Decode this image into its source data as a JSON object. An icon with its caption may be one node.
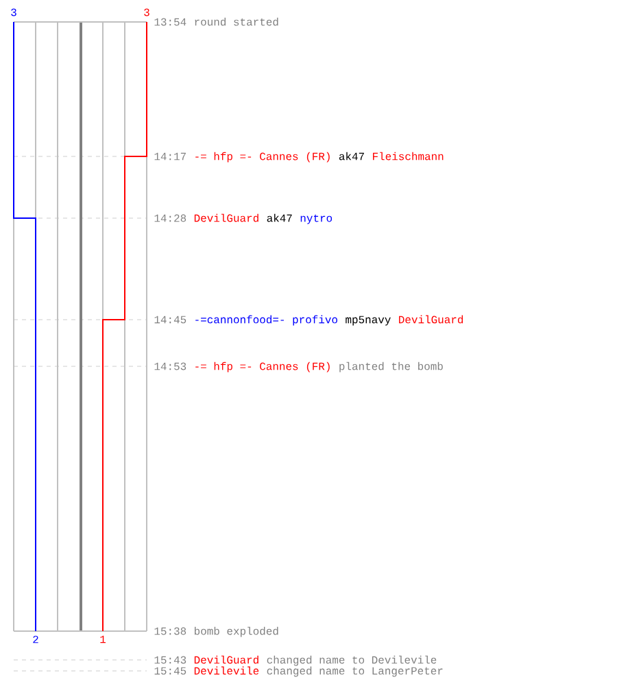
{
  "diagram": {
    "labels": [
      "3",
      "3",
      "13:54",
      "round started",
      "14:17",
      "-= hfp =- Cannes (FR)",
      "ak47",
      "Fleischmann",
      "14:28",
      "DevilGuard",
      "ak47",
      "nytro",
      "14:45",
      "-=cannonfood=- profivo",
      "mp5navy",
      "DevilGuard",
      "14:53",
      "-= hfp =- Cannes (FR)",
      "planted the bomb",
      "15:38",
      "bomb exploded",
      "2",
      "1",
      "15:43",
      "DevilGuard",
      "changed name to Devilevile",
      "15:45",
      "Devilevile",
      "changed name to LangerPeter"
    ]
  }
}
